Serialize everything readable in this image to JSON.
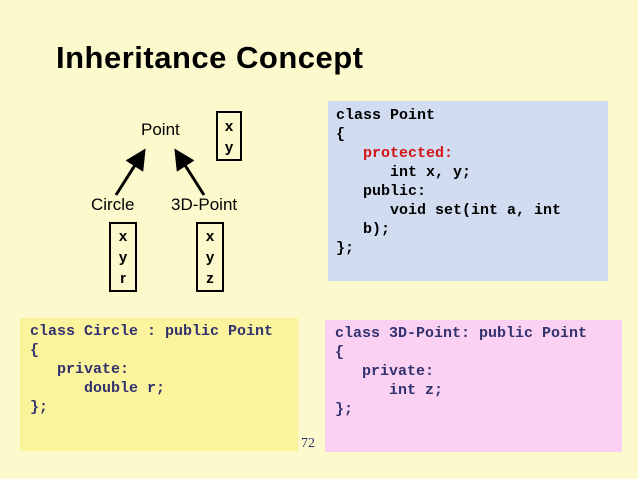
{
  "slide": {
    "title": "Inheritance Concept",
    "page_number": "72"
  },
  "diagram": {
    "parent_label": "Point",
    "child_left_label": "Circle",
    "child_right_label": "3D-Point",
    "parent_attrs": [
      "x",
      "y"
    ],
    "circle_attrs": [
      "x",
      "y",
      "r"
    ],
    "threed_attrs": [
      "x",
      "y",
      "z"
    ]
  },
  "code_boxes": {
    "point": {
      "lines": [
        {
          "t": "class Point"
        },
        {
          "t": "{"
        },
        {
          "t": "   protected:",
          "red": true
        },
        {
          "t": "      int x, y;"
        },
        {
          "t": "   public:"
        },
        {
          "t": "      void set(int a, int"
        },
        {
          "t": "   b);"
        },
        {
          "t": "};"
        }
      ]
    },
    "circle": {
      "lines": [
        {
          "t": "class Circle : public Point"
        },
        {
          "t": "{"
        },
        {
          "t": "   private:"
        },
        {
          "t": "      double r;"
        },
        {
          "t": "};"
        }
      ]
    },
    "threed": {
      "lines": [
        {
          "t": "class 3D-Point: public Point"
        },
        {
          "t": "{"
        },
        {
          "t": "   private:"
        },
        {
          "t": "      int z;"
        },
        {
          "t": "};"
        }
      ]
    }
  },
  "colors": {
    "slide_background": "#fcfacc",
    "point_code_background": "#d2dcf1",
    "circle_code_background": "#fbf49c",
    "threed_code_background": "#fbd1f3",
    "code_text_dark": "#31316e",
    "keyword_red": "#d41313",
    "title_text": "#000000"
  }
}
